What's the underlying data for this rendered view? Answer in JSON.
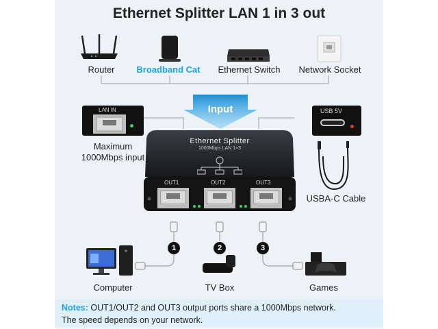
{
  "title": "Ethernet Splitter LAN 1 in 3 out",
  "top_devices": [
    {
      "label": "Router",
      "icon": "router-icon",
      "highlight": false
    },
    {
      "label": "Broadband Cat",
      "icon": "modem-icon",
      "highlight": true
    },
    {
      "label": "Ethernet Switch",
      "icon": "switch-icon",
      "highlight": false
    },
    {
      "label": "Network Socket",
      "icon": "wall-socket-icon",
      "highlight": false
    }
  ],
  "input_label": "Input",
  "lan_in_label": "LAN IN",
  "lan_in_caption_1": "Maximum",
  "lan_in_caption_2": "1000Mbps input",
  "usb_label": "USB 5V",
  "usb_caption": "USBA-C Cable",
  "splitter": {
    "brand": "Ethernet Splitter",
    "spec": "1000Mbps LAN 1×3",
    "ports": [
      "OUT1",
      "OUT2",
      "OUT3"
    ]
  },
  "outputs": [
    {
      "number": "1",
      "label": "Computer",
      "icon": "computer-icon"
    },
    {
      "number": "2",
      "label": "TV Box",
      "icon": "tv-box-icon"
    },
    {
      "number": "3",
      "label": "Games",
      "icon": "game-console-icon"
    }
  ],
  "notes": {
    "prefix": "Notes:",
    "line1": " OUT1/OUT2 and OUT3 output ports share a 1000Mbps network.",
    "line2": "The speed depends on your network."
  },
  "colors": {
    "accent": "#1ea3e6",
    "panel": "#e9eff5",
    "notes_bg": "#dff0fb",
    "led_green": "#3ad45a",
    "led_red": "#e53935"
  }
}
